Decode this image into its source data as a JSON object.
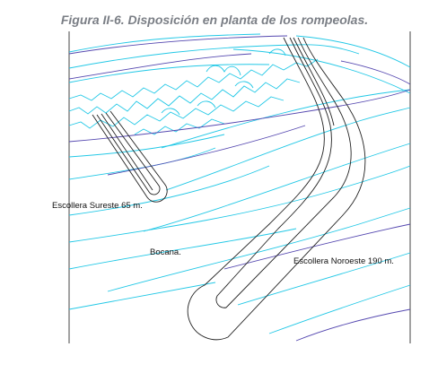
{
  "figure": {
    "caption": "Figura II-6. Disposición en planta de los rompeolas."
  },
  "labels": {
    "breakwater_southeast": "Escollera Sureste 65 m.",
    "inlet": "Bocana.",
    "breakwater_northwest": "Escollera Noroeste 190 m."
  },
  "colors": {
    "contour_cyan": "#22c8e6",
    "contour_purple": "#5548b0",
    "breakwater_outline": "#222222",
    "frame": "#444444"
  }
}
